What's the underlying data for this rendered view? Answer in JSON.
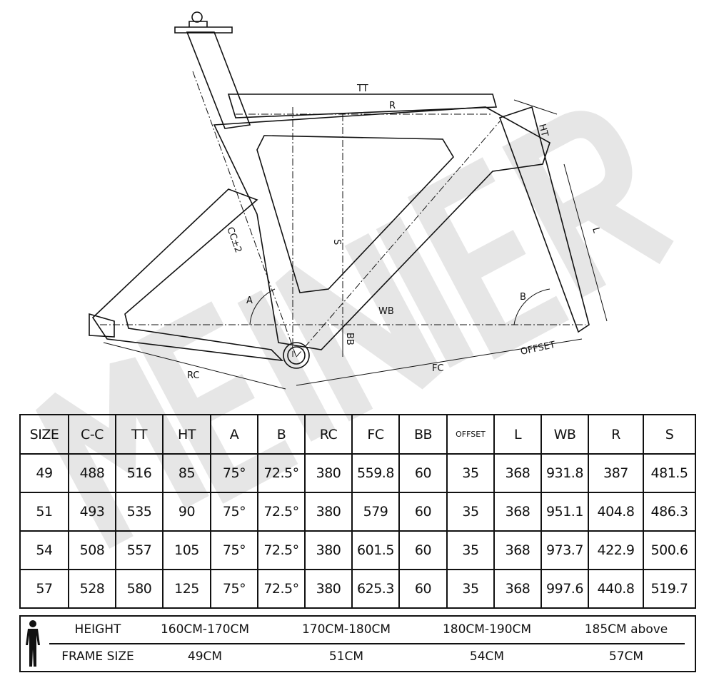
{
  "watermark": "MEINIER",
  "diagram_labels": {
    "tt": "TT",
    "r": "R",
    "ht": "HT",
    "s": "S",
    "cc": "CC±2",
    "a": "A",
    "b": "B",
    "wb": "WB",
    "bb": "BB",
    "l": "L",
    "offset": "OFFSET",
    "fc": "FC",
    "rc": "RC"
  },
  "geometry_table": {
    "headers": [
      "SIZE",
      "C-C",
      "TT",
      "HT",
      "A",
      "B",
      "RC",
      "FC",
      "BB",
      "OFFSET",
      "L",
      "WB",
      "R",
      "S"
    ],
    "rows": [
      [
        "49",
        "488",
        "516",
        "85",
        "75°",
        "72.5°",
        "380",
        "559.8",
        "60",
        "35",
        "368",
        "931.8",
        "387",
        "481.5"
      ],
      [
        "51",
        "493",
        "535",
        "90",
        "75°",
        "72.5°",
        "380",
        "579",
        "60",
        "35",
        "368",
        "951.1",
        "404.8",
        "486.3"
      ],
      [
        "54",
        "508",
        "557",
        "105",
        "75°",
        "72.5°",
        "380",
        "601.5",
        "60",
        "35",
        "368",
        "973.7",
        "422.9",
        "500.6"
      ],
      [
        "57",
        "528",
        "580",
        "125",
        "75°",
        "72.5°",
        "380",
        "625.3",
        "60",
        "35",
        "368",
        "997.6",
        "440.8",
        "519.7"
      ]
    ]
  },
  "size_chart": {
    "height_label": "HEIGHT",
    "frame_label": "FRAME SIZE",
    "heights": [
      "160CM-170CM",
      "170CM-180CM",
      "180CM-190CM",
      "185CM above"
    ],
    "frames": [
      "49CM",
      "51CM",
      "54CM",
      "57CM"
    ]
  }
}
